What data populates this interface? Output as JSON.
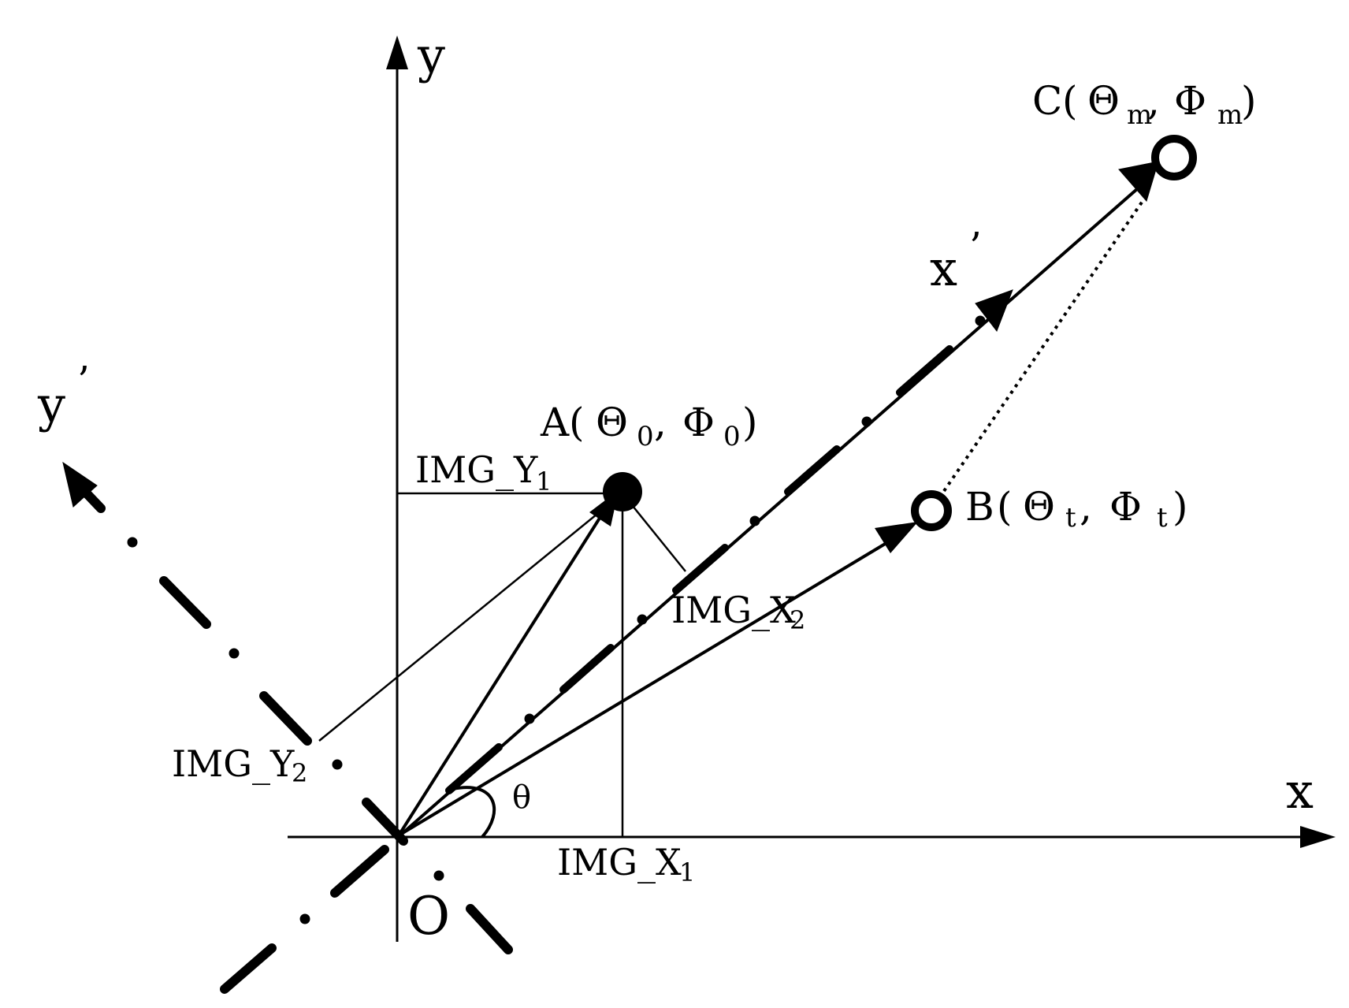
{
  "diagram": {
    "type": "coordinate-rotation",
    "colors": {
      "ink": "#000000",
      "background": "#ffffff"
    },
    "axes": {
      "x": {
        "label": "x"
      },
      "y": {
        "label": "y"
      },
      "x_prime": {
        "label": "x",
        "prime": "’"
      },
      "y_prime": {
        "label": "y",
        "prime": "’"
      },
      "origin": {
        "label": "O"
      },
      "angle": {
        "label": "θ"
      }
    },
    "points": {
      "A": {
        "name": "A",
        "open": "(",
        "theta": "Θ",
        "theta_sub": "0",
        "sep": ",",
        "phi": "Φ",
        "phi_sub": "0",
        "close": ")",
        "style": "filled"
      },
      "B": {
        "name": "B",
        "open": "(",
        "theta": "Θ",
        "theta_sub": "t",
        "sep": ",",
        "phi": "Φ",
        "phi_sub": "t",
        "close": ")",
        "style": "hollow"
      },
      "C": {
        "name": "C",
        "open": "(",
        "theta": "Θ",
        "theta_sub": "m",
        "sep": ",",
        "phi": "Φ",
        "phi_sub": "m",
        "close": ")",
        "style": "hollow"
      }
    },
    "projections": {
      "img_x1": {
        "base": "IMG_X",
        "sub": "1"
      },
      "img_x2": {
        "base": "IMG_X",
        "sub": "2"
      },
      "img_y1": {
        "base": "IMG_Y",
        "sub": "1"
      },
      "img_y2": {
        "base": "IMG_Y",
        "sub": "2"
      }
    }
  }
}
